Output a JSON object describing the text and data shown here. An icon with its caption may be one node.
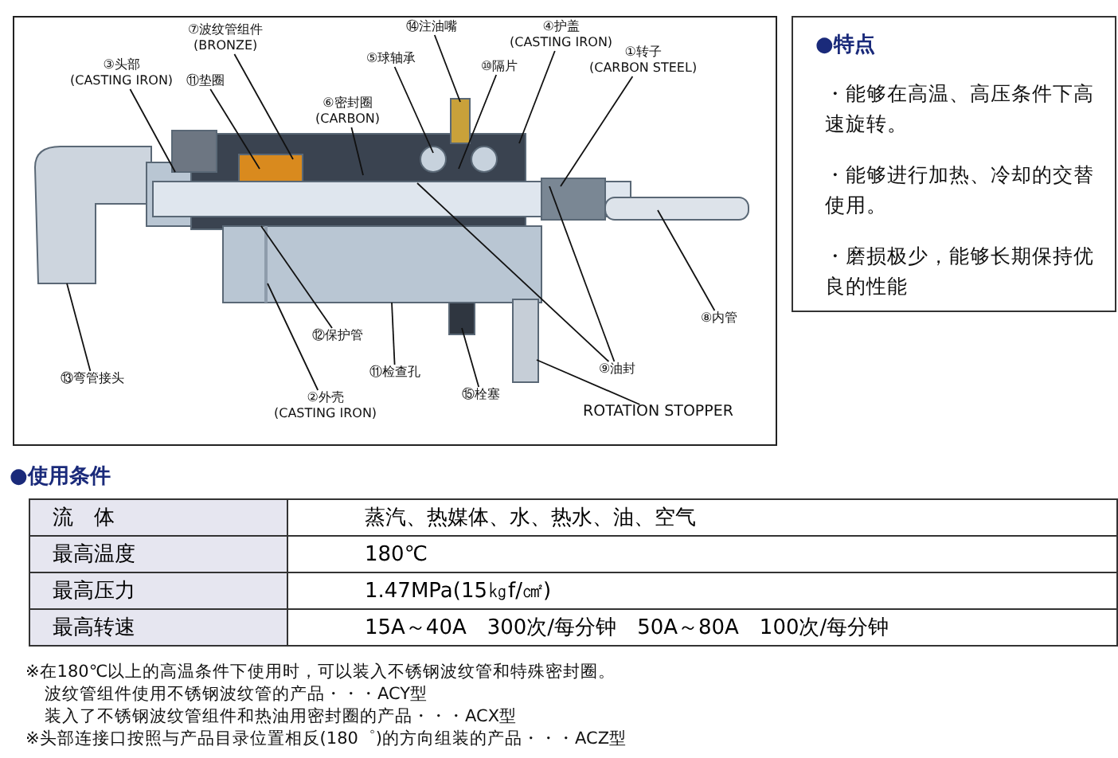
{
  "diagram": {
    "nodes": [
      {
        "text": [
          "⑭注油嘴"
        ]
      },
      {
        "text": [
          "④护盖",
          "(CASTING IRON)"
        ]
      },
      {
        "text": [
          "⑦波纹管组件",
          "(BRONZE)"
        ]
      },
      {
        "text": [
          "⑤球轴承"
        ]
      },
      {
        "text": [
          "①转子",
          "(CARBON STEEL)"
        ]
      },
      {
        "text": [
          "③头部",
          "(CASTING IRON)"
        ]
      },
      {
        "text": [
          "⑩隔片"
        ]
      },
      {
        "text": [
          "⑪垫圈"
        ]
      },
      {
        "text": [
          "⑥密封圈",
          "(CARBON)"
        ]
      },
      {
        "text": [
          "⑧内管"
        ]
      },
      {
        "text": [
          "⑫保护管"
        ]
      },
      {
        "text": [
          "⑬弯管接头"
        ]
      },
      {
        "text": [
          "⑨油封"
        ]
      },
      {
        "text": [
          "⑪检查孔"
        ]
      },
      {
        "text": [
          "⑮栓塞"
        ]
      },
      {
        "text": [
          "②外壳",
          "(CASTING IRON)"
        ]
      },
      {
        "text": [
          "ROTATION STOPPER"
        ]
      },
      {
        "text": [
          "●特点",
          "・能够在高温、高压条件下高速旋转。",
          "・能够进行加热、冷却的交替使用。",
          "・磨损极少，能够长期保持优良的性能"
        ]
      }
    ],
    "edges": [
      {
        "from": 0,
        "to": null,
        "arrow": "none"
      },
      {
        "from": 1,
        "to": null,
        "arrow": "none"
      },
      {
        "from": 2,
        "to": null,
        "arrow": "none"
      },
      {
        "from": 3,
        "to": null,
        "arrow": "none"
      },
      {
        "from": 4,
        "to": null,
        "arrow": "none"
      },
      {
        "from": 5,
        "to": null,
        "arrow": "none"
      },
      {
        "from": 6,
        "to": null,
        "arrow": "none"
      },
      {
        "from": 7,
        "to": null,
        "arrow": "none"
      },
      {
        "from": 8,
        "to": null,
        "arrow": "none"
      },
      {
        "from": 9,
        "to": null,
        "arrow": "none"
      },
      {
        "from": 10,
        "to": null,
        "arrow": "none"
      },
      {
        "from": 11,
        "to": null,
        "arrow": "none"
      },
      {
        "from": 12,
        "to": null,
        "arrow": "none"
      },
      {
        "from": 12,
        "to": null,
        "arrow": "none"
      },
      {
        "from": 13,
        "to": null,
        "arrow": "none"
      },
      {
        "from": 14,
        "to": null,
        "arrow": "none"
      },
      {
        "from": 15,
        "to": null,
        "arrow": "none"
      },
      {
        "from": 16,
        "to": null,
        "arrow": "none"
      }
    ],
    "labels": [
      "●使用条件",
      "流　体",
      "蒸汽、热媒体、水、热水、油、空气",
      "最高温度",
      "180℃",
      "最高压力",
      "1.47MPa(15㎏f/㎠)",
      "最高转速",
      "15A～40A　300次/每分钟　50A～80A　100次/每分钟",
      "※在180℃以上的高温条件下使用时，可以装入不锈钢波纹管和特殊密封圈。",
      "波纹管组件使用不锈钢波纹管的产品・・・ACY型",
      "装入了不锈钢波纹管组件和热油用密封圈的产品・・・ACX型",
      "※头部连接口按照与产品目录位置相反(180゜)的方向组装的产品・・・ACZ型"
    ]
  }
}
